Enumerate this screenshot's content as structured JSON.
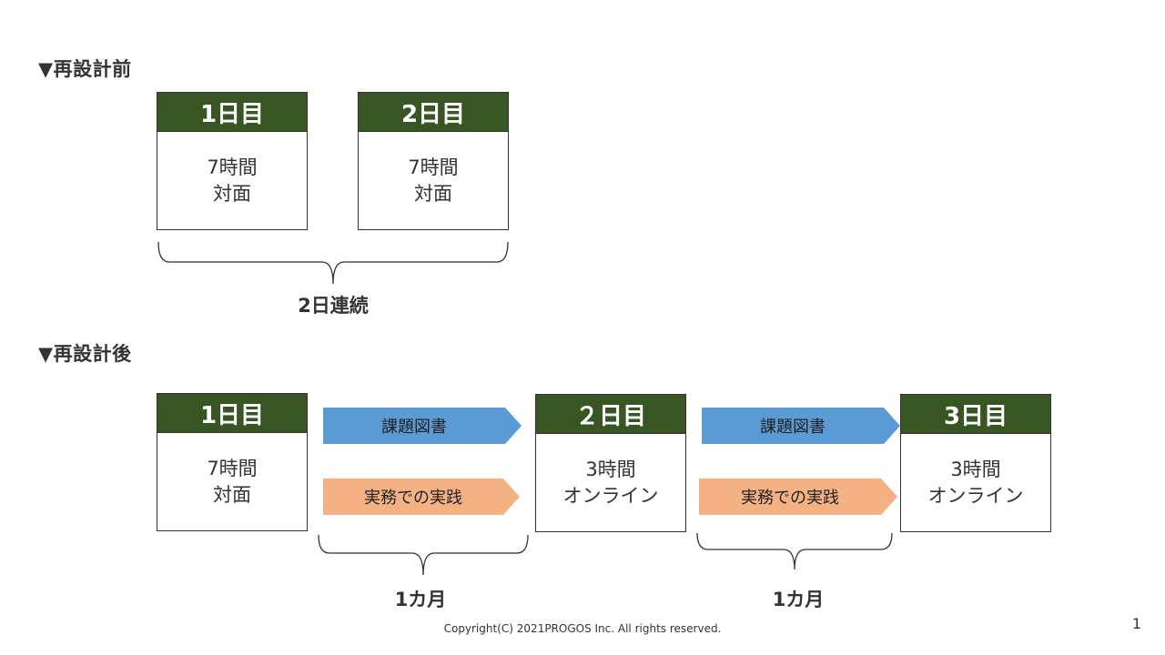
{
  "before": {
    "title": "▼再設計前",
    "days": [
      {
        "header": "1日目",
        "line1": "7時間",
        "line2": "対面"
      },
      {
        "header": "2日目",
        "line1": "7時間",
        "line2": "対面"
      }
    ],
    "brace_label": "2日連続"
  },
  "after": {
    "title": "▼再設計後",
    "days": [
      {
        "header": "1日目",
        "line1": "7時間",
        "line2": "対面"
      },
      {
        "header": "２日目",
        "line1": "3時間",
        "line2": "オンライン"
      },
      {
        "header": "3日目",
        "line1": "3時間",
        "line2": "オンライン"
      }
    ],
    "arrows": [
      {
        "label": "課題図書",
        "color": "#5b9bd5"
      },
      {
        "label": "実務での実践",
        "color": "#f4b183"
      },
      {
        "label": "課題図書",
        "color": "#5b9bd5"
      },
      {
        "label": "実務での実践",
        "color": "#f4b183"
      }
    ],
    "brace_labels": [
      "1カ月",
      "1カ月"
    ]
  },
  "colors": {
    "header_green": "#375623"
  },
  "footer": "Copyright(C) 2021PROGOS Inc. All rights reserved.",
  "page_number": "1"
}
